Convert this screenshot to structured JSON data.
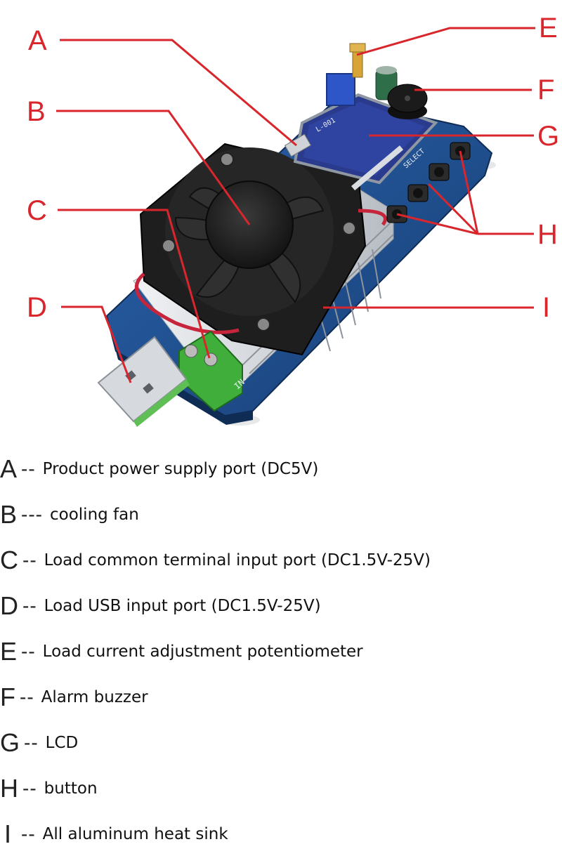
{
  "diagram": {
    "callouts": [
      "A",
      "B",
      "C",
      "D",
      "E",
      "F",
      "G",
      "H",
      "I"
    ],
    "board_labels": {
      "port": "IN-",
      "select": "SELECT",
      "led": "L-001"
    },
    "colors": {
      "callout": "#d8262c",
      "pcb": "#1f4f8f",
      "fan": "#1e1e1e",
      "heatsink": "#d9dde2",
      "terminal": "#3fae3a",
      "lcd": "#2a3a8c"
    }
  },
  "legend": [
    {
      "letter": "A",
      "sep": "--",
      "desc": "Product power supply port (DC5V)"
    },
    {
      "letter": "B",
      "sep": "---",
      "desc": "cooling fan"
    },
    {
      "letter": "C",
      "sep": "--",
      "desc": "Load common terminal input port (DC1.5V-25V)"
    },
    {
      "letter": "D",
      "sep": "--",
      "desc": "Load USB input port (DC1.5V-25V)"
    },
    {
      "letter": "E",
      "sep": "--",
      "desc": "Load current adjustment potentiometer"
    },
    {
      "letter": "F",
      "sep": "--",
      "desc": "Alarm buzzer"
    },
    {
      "letter": "G",
      "sep": "--",
      "desc": "LCD"
    },
    {
      "letter": "H",
      "sep": "--",
      "desc": "button"
    },
    {
      "letter": "I",
      "sep": "--",
      "desc": "All aluminum heat sink"
    }
  ]
}
